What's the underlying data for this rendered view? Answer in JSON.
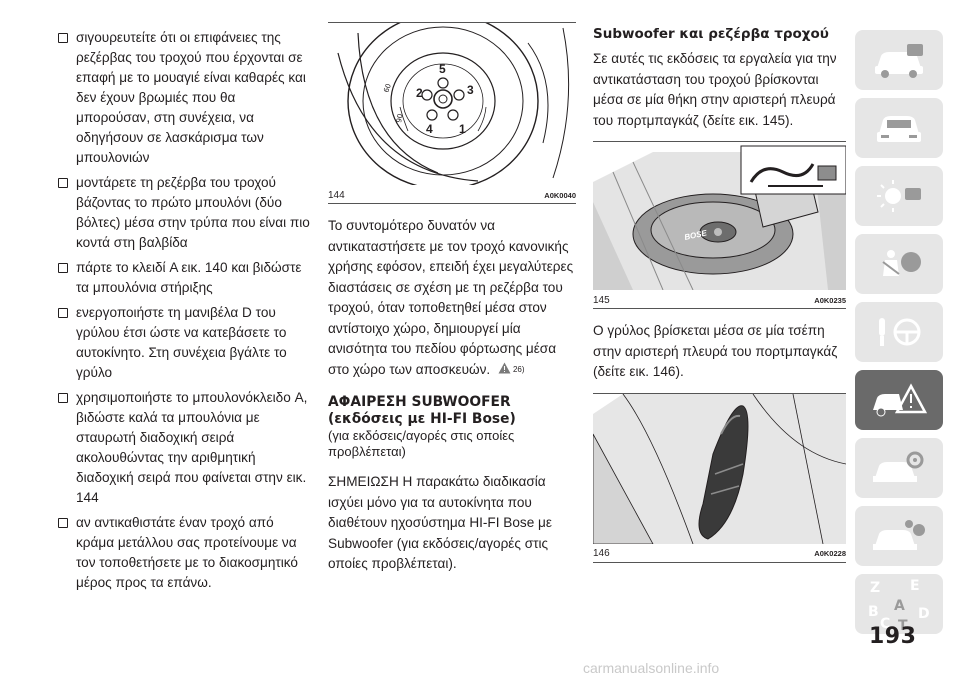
{
  "left_column": {
    "bullets": [
      "σιγουρευτείτε ότι οι επιφάνειες της ρεζέρβας του τροχού που έρχονται σε επαφή με το μουαγιέ είναι καθαρές και δεν έχουν βρωμιές που θα μπορούσαν, στη συνέχεια, να οδηγήσουν σε λασκάρισμα των μπουλονιών",
      "μοντάρετε τη ρεζέρβα του τροχού βάζοντας το πρώτο μπουλόνι (δύο βόλτες) μέσα στην τρύπα που είναι πιο κοντά στη βαλβίδα",
      "πάρτε το κλειδί A εικ. 140 και βιδώστε τα μπουλόνια στήριξης",
      "ενεργοποιήστε τη μανιβέλα D του γρύλου έτσι ώστε να κατεβάσετε το αυτοκίνητο. Στη συνέχεια βγάλτε το γρύλο",
      "χρησιμοποιήστε το μπουλονόκλειδο A, βιδώστε καλά τα μπουλόνια με σταυρωτή διαδοχική σειρά ακολουθώντας την αριθμητική διαδοχική σειρά που φαίνεται στην εικ. 144",
      "αν αντικαθιστάτε έναν τροχό από κράμα μετάλλου σας προτείνουμε να τον τοποθετήσετε με το διακοσμητικό μέρος προς τα επάνω."
    ]
  },
  "middle_column": {
    "figure": {
      "number": "144",
      "code": "A0K0040",
      "labels": [
        "1",
        "2",
        "3",
        "4",
        "5"
      ]
    },
    "paragraph1": "Το συντομότερο δυνατόν να αντικαταστήσετε με τον τροχό κανονικής χρήσης εφόσον, επειδή έχει μεγαλύτερες διαστάσεις σε σχέση με τη ρεζέρβα του τροχού, όταν τοποθετηθεί μέσα στον αντίστοιχο χώρο, δημιουργεί μία ανισότητα του πεδίου φόρτωσης μέσα στο χώρο των αποσκευών.",
    "warning_ref": "26)",
    "heading_line1": "ΑΦΑΙΡΕΣΗ SUBWOOFER",
    "heading_line2": "(εκδόσεις με HI-FI Bose)",
    "heading_sub": "(για εκδόσεις/αγορές στις οποίες προβλέπεται)",
    "paragraph2": "ΣΗΜΕΙΩΣΗ Η παρακάτω διαδικασία ισχύει μόνο για τα αυτοκίνητα που διαθέτουν ηχοσύστημα HI-FI Bose με Subwoofer (για εκδόσεις/αγορές στις οποίες προβλέπεται)."
  },
  "right_column": {
    "heading": "Subwoofer και ρεζέρβα τροχού",
    "paragraph1": "Σε αυτές τις εκδόσεις τα εργαλεία για την αντικατάσταση του τροχού βρίσκονται μέσα σε μία θήκη στην αριστερή πλευρά του πορτμπαγκάζ (δείτε εικ. 145).",
    "figure145": {
      "number": "145",
      "code": "A0K0235",
      "brand_text": "BOSE"
    },
    "paragraph2": "Ο γρύλος βρίσκεται μέσα σε μία τσέπη στην αριστερή πλευρά του πορτμπαγκάζ (δείτε εικ. 146).",
    "figure146": {
      "number": "146",
      "code": "A0K0228"
    }
  },
  "sidebar_tabs": [
    {
      "icon": "car-dashboard-icon",
      "active": false
    },
    {
      "icon": "car-front-icon",
      "active": false
    },
    {
      "icon": "lights-icon",
      "active": false
    },
    {
      "icon": "airbag-safety-icon",
      "active": false
    },
    {
      "icon": "steering-key-icon",
      "active": false
    },
    {
      "icon": "emergency-icon",
      "active": true
    },
    {
      "icon": "maintenance-icon",
      "active": false
    },
    {
      "icon": "technical-data-icon",
      "active": false
    },
    {
      "icon": "index-icon",
      "active": false
    }
  ],
  "index_tab_letters": [
    "Z",
    "E",
    "B",
    "A",
    "C",
    "D",
    "T"
  ],
  "page_number": "193",
  "watermark": "carmanualsonline.info",
  "colors": {
    "text": "#231f20",
    "tab_inactive": "#e6e6e6",
    "tab_active": "#6a6a6a",
    "tab_icon_light": "#ffffff",
    "tab_icon_dark": "#9a9a9a"
  }
}
